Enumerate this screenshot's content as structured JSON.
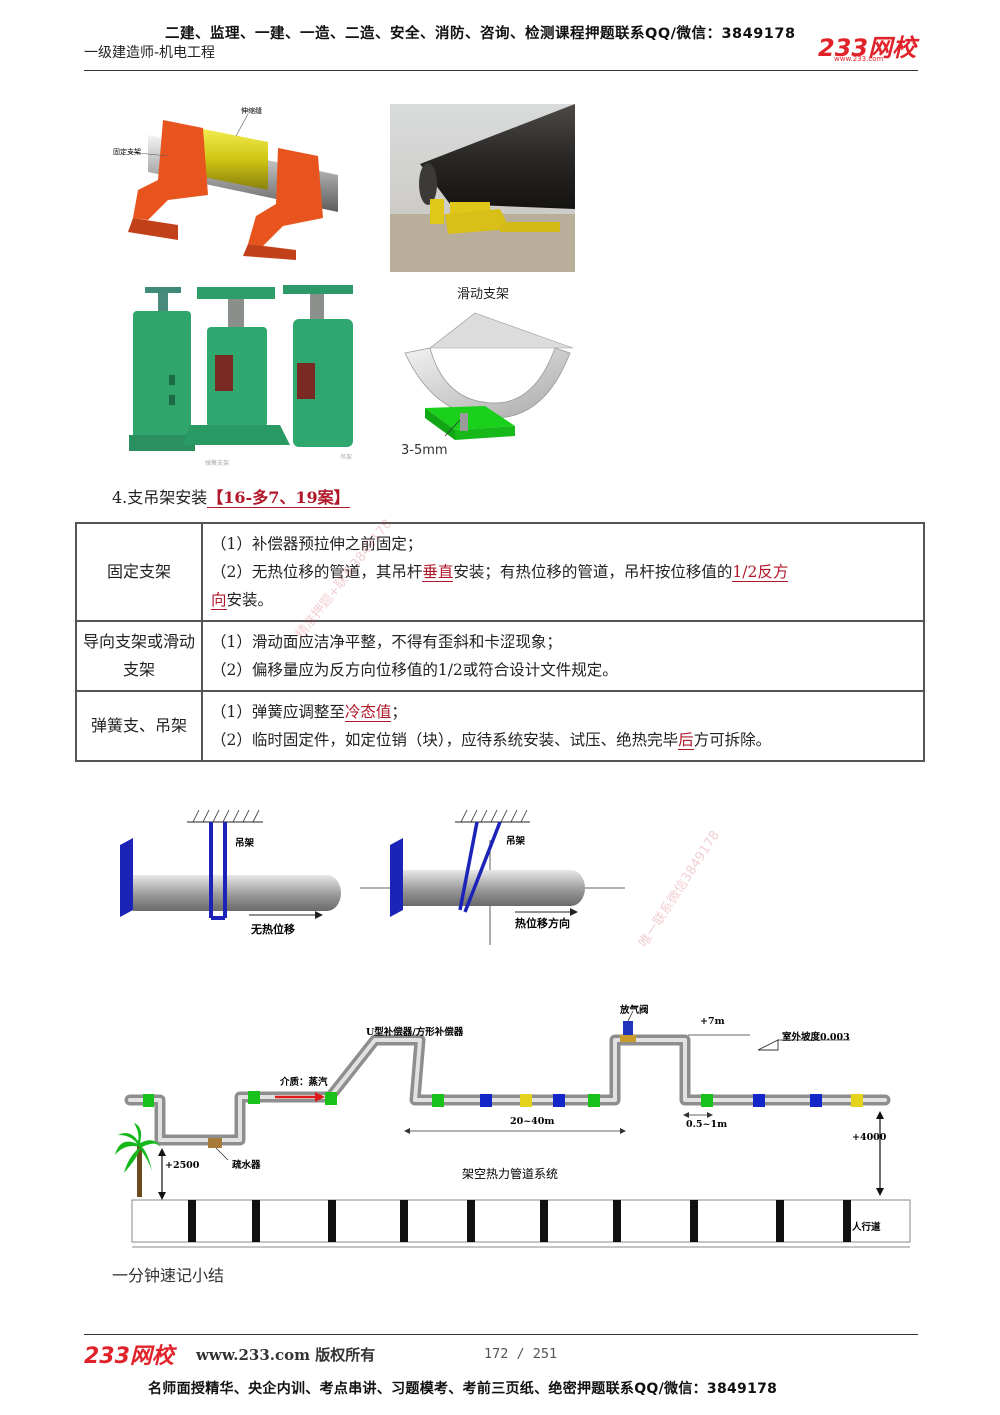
{
  "header": {
    "top_line": "二建、监理、一建、一造、二造、安全、消防、咨询、检测课程押题联系QQ/微信：3849178",
    "subtitle": "一级建造师-机电工程",
    "logo_text": "233网校",
    "logo_url": "www.233.com"
  },
  "images": {
    "fixed_support_label_left": "固定支架",
    "fixed_support_label_top": "伸缩缝",
    "sliding_caption": "滑动支架",
    "spring_caption": "弹簧支架",
    "spring_caption_right": "吊架",
    "gap_label": "3-5mm"
  },
  "section": {
    "number_title": "4.支吊架安装",
    "tag": "【16-多7、19案】"
  },
  "table": {
    "rows": [
      {
        "category": "固定支架",
        "line1": "（1）补偿器预拉伸之前固定；",
        "line2_pre": "（2）无热位移的管道，其吊杆",
        "line2_red1": "垂直",
        "line2_mid": "安装；有热位移的管道，吊杆按位移值的",
        "line2_red2": "1/2反方",
        "line3_red": "向",
        "line3_post": "安装。"
      },
      {
        "category": "导向支架或滑动支架",
        "line1": "（1）滑动面应洁净平整，不得有歪斜和卡涩现象；",
        "line2": "（2）偏移量应为反方向位移值的1/2或符合设计文件规定。"
      },
      {
        "category": "弹簧支、吊架",
        "line1_pre": "（1）弹簧应调整至",
        "line1_red": "冷态值",
        "line1_post": "；",
        "line2_pre": "（2）临时固定件，如定位销（块），应待系统安装、试压、绝热完毕",
        "line2_red": "后",
        "line2_post": "方可拆除。"
      }
    ]
  },
  "hanger_diagram": {
    "left_hanger": "吊架",
    "left_caption": "无热位移",
    "right_hanger": "吊架",
    "right_caption": "热位移方向"
  },
  "pipeline_diagram": {
    "vent_valve": "放气阀",
    "height_7m": "+7m",
    "slope": "室外坡度0.003",
    "u_comp": "U型补偿器/方形补偿器",
    "medium": "介质：蒸汽",
    "span": "20~40m",
    "dist": "0.5~1m",
    "h4000": "+4000",
    "h2500": "+2500",
    "trap": "疏水器",
    "system_title": "架空热力管道系统",
    "walkway": "人行道"
  },
  "watermarks": {
    "w1": "精准押题+联系3849178",
    "w2": "唯一联系微信3849178"
  },
  "summary": "一分钟速记小结",
  "footer": {
    "logo_text": "233网校",
    "site": "www.233.com 版权所有",
    "page": "172 / 251",
    "bottom_line": "名师面授精华、央企内训、考点串讲、习题模考、考前三页纸、绝密押题联系QQ/微信：3849178"
  },
  "colors": {
    "accent_red": "#b0182a",
    "brand_red": "#e0232a",
    "support_orange": "#e8541e",
    "spring_green": "#2fa56b",
    "green_block": "#19c21b",
    "blue_block": "#1327c9",
    "yellow_block": "#e5d21a"
  }
}
